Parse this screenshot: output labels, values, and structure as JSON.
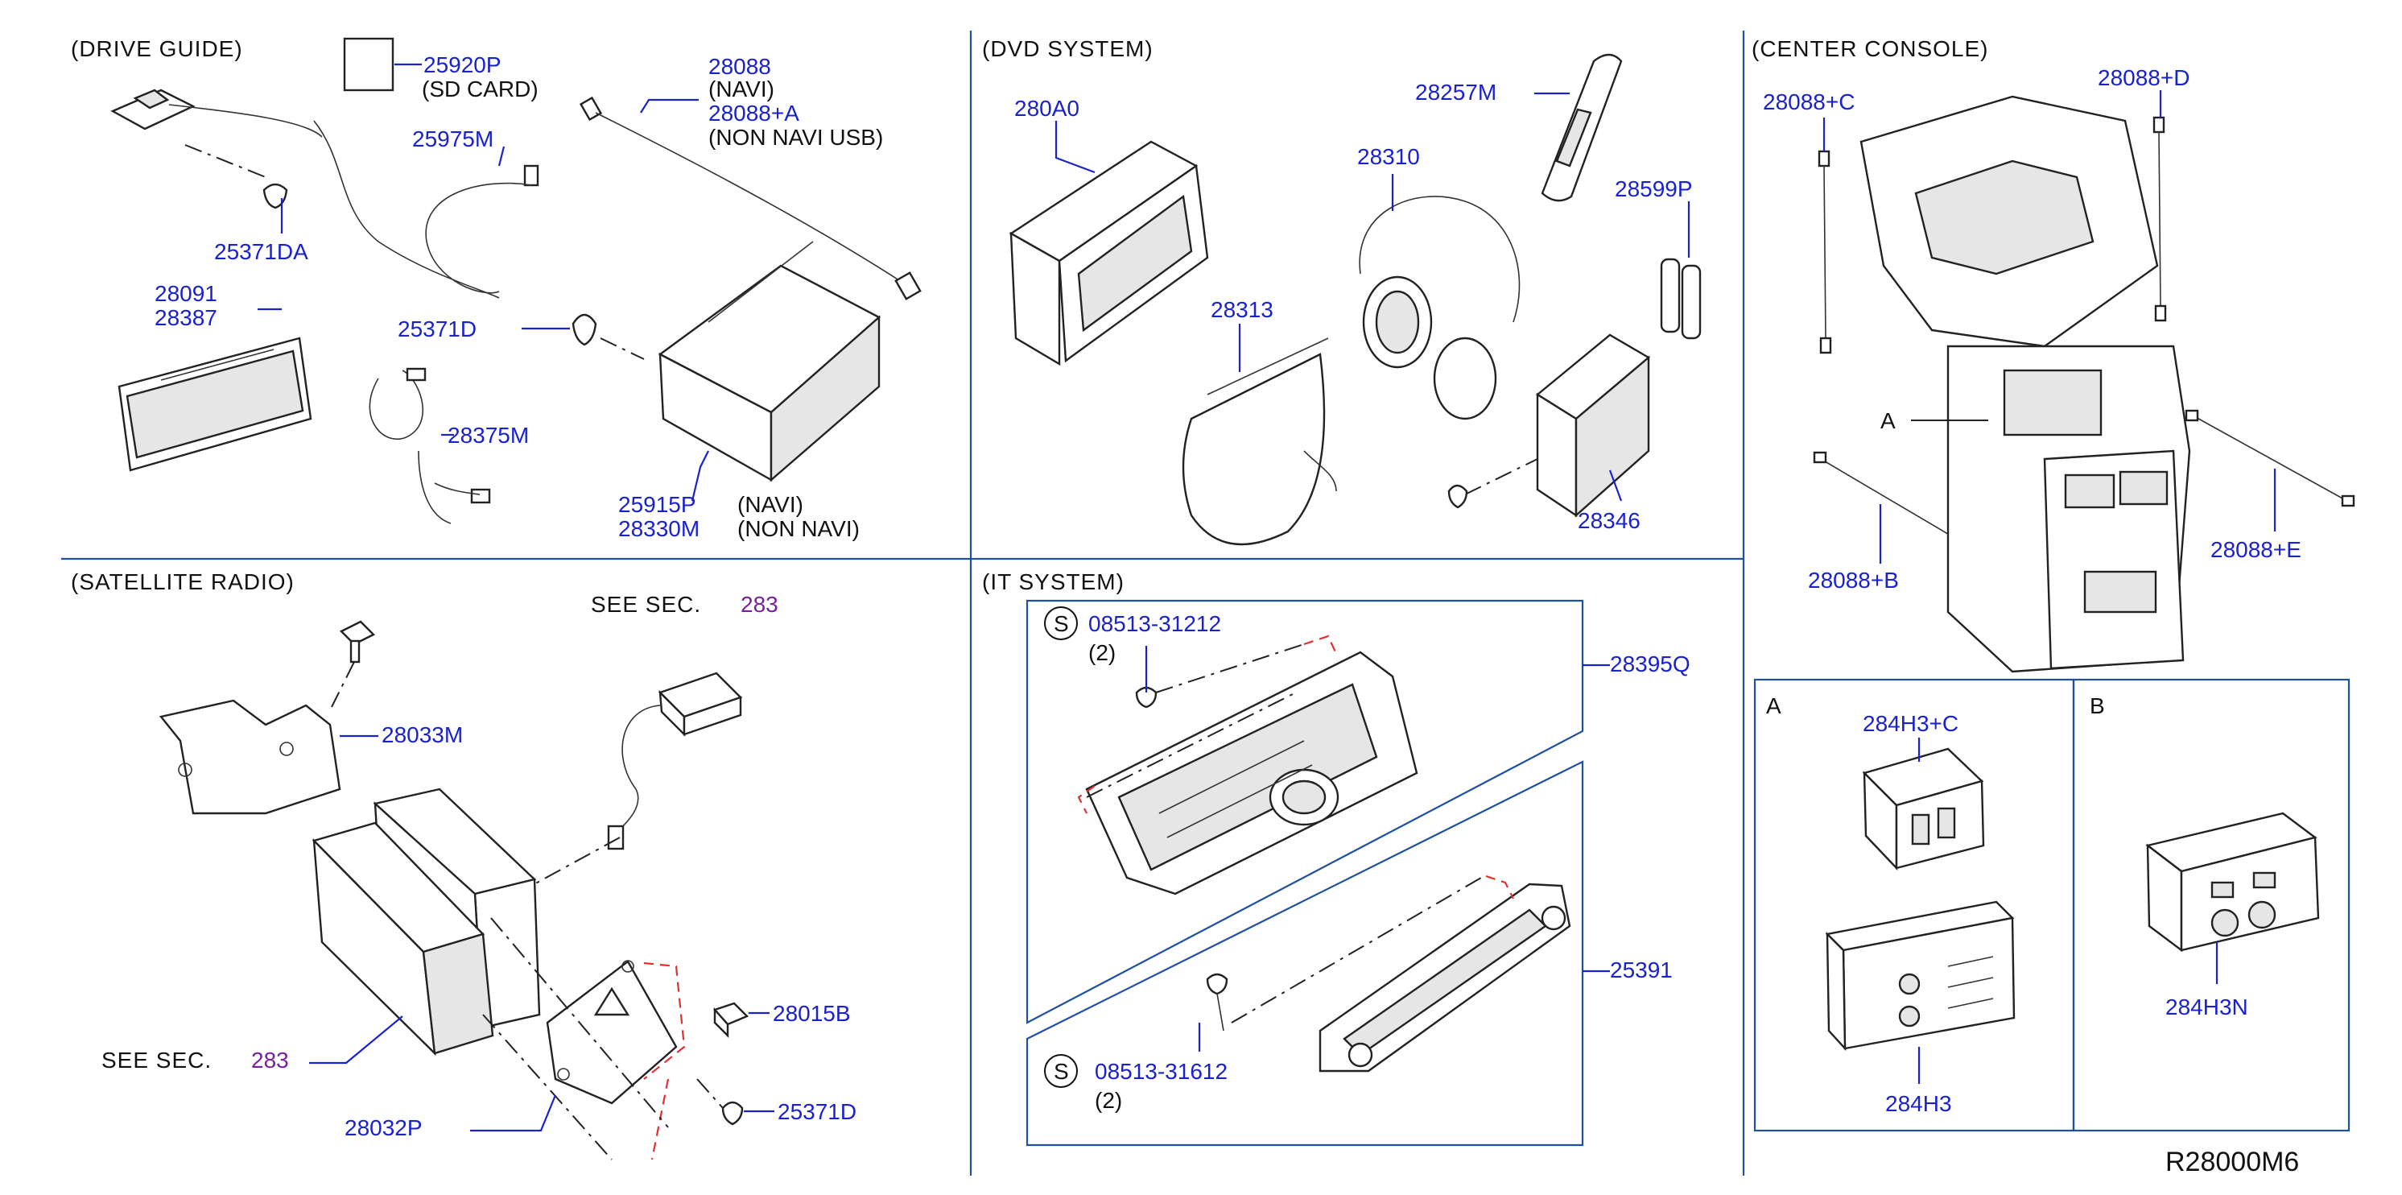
{
  "sections": {
    "drive_guide": "(DRIVE GUIDE)",
    "dvd_system": "(DVD SYSTEM)",
    "center_console": "(CENTER CONSOLE)",
    "satellite_radio": "(SATELLITE RADIO)",
    "it_system": "(IT SYSTEM)"
  },
  "drive_guide": {
    "p25920P": "25920P",
    "p25920P_note": "(SD CARD)",
    "p28088": "28088",
    "p28088_note": "(NAVI)",
    "p28088A": "28088+A",
    "p28088A_note": "(NON NAVI USB)",
    "p25975M": "25975M",
    "p25371DA": "25371DA",
    "p28091": "28091",
    "p28387": "28387",
    "p25371D": "25371D",
    "p28375M": "28375M",
    "p25915P": "25915P",
    "p25915P_note": "(NAVI)",
    "p28330M": "28330M",
    "p28330M_note": "(NON NAVI)"
  },
  "dvd_system": {
    "p280A0": "280A0",
    "p28257M": "28257M",
    "p28310": "28310",
    "p28599P": "28599P",
    "p28313": "28313",
    "p28346": "28346"
  },
  "center_console": {
    "p28088C": "28088+C",
    "p28088D": "28088+D",
    "p28088B": "28088+B",
    "p28088E": "28088+E",
    "ref_A": "A",
    "box_A": "A",
    "box_B": "B",
    "p284H3C": "284H3+C",
    "p284H3": "284H3",
    "p284H3N": "284H3N"
  },
  "satellite_radio": {
    "see_sec_top": "SEE SEC.",
    "see_sec_top_num": "283",
    "see_sec_left": "SEE SEC.",
    "see_sec_left_num": "283",
    "p28033M": "28033M",
    "p28015B": "28015B",
    "p28032P": "28032P",
    "p25371D": "25371D"
  },
  "it_system": {
    "s_symbol_1": "S",
    "p08513_31212": "08513-31212",
    "qty_1": "(2)",
    "p28395Q": "28395Q",
    "p25391": "25391",
    "s_symbol_2": "S",
    "p08513_31612": "08513-31612",
    "qty_2": "(2)"
  },
  "catalog_code": "R28000M6"
}
